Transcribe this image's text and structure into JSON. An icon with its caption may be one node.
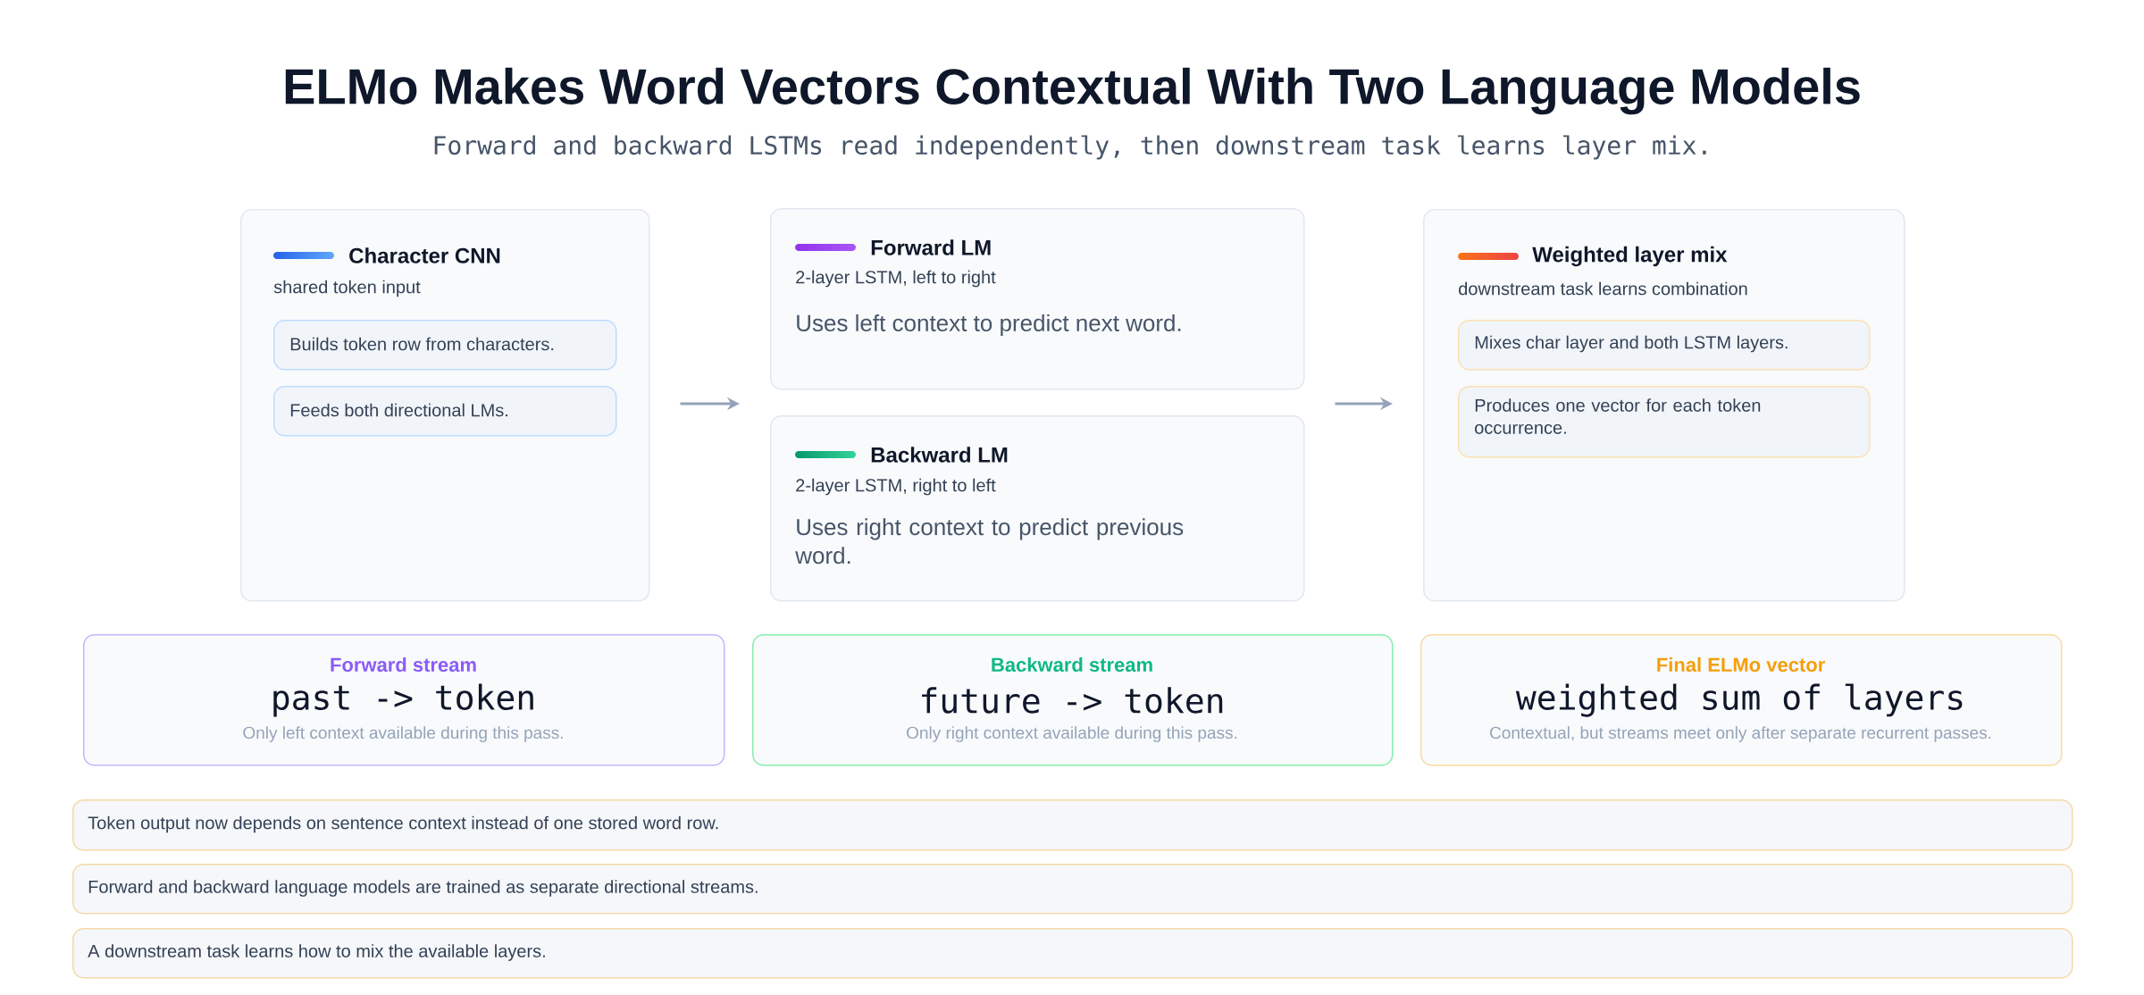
{
  "diagram": {
    "title": "ELMo Makes Word Vectors Contextual With Two Language Models",
    "nodes": [
      {
        "text": [
          "Character CNN",
          "shared token input"
        ]
      },
      {
        "text": [
          "Builds token row from characters."
        ],
        "in": 0
      },
      {
        "text": [
          "Feeds both directional LMs."
        ],
        "in": 0
      },
      {
        "text": [
          "Forward LM",
          "2-layer LSTM, left to right",
          "Uses left context to predict next word."
        ]
      },
      {
        "text": [
          "Backward LM",
          "2-layer LSTM, right to left",
          "Uses right context to predict previous word."
        ]
      },
      {
        "text": [
          "Weighted layer mix",
          "downstream task learns combination"
        ]
      },
      {
        "text": [
          "Mixes char layer and both LSTM layers."
        ],
        "in": 5
      },
      {
        "text": [
          "Produces one vector for each token occurrence."
        ],
        "in": 5
      },
      {
        "text": [
          "Forward stream",
          "past -> token",
          "Only left context available during this pass."
        ]
      },
      {
        "text": [
          "Backward stream",
          "future -> token",
          "Only right context available during this pass."
        ]
      },
      {
        "text": [
          "Final ELMo vector",
          "weighted sum of layers",
          "Contextual, but streams meet only after separate recurrent passes."
        ]
      },
      {
        "text": [
          "Token output now depends on sentence context instead of one stored word row."
        ]
      },
      {
        "text": [
          "Forward and backward language models are trained as separate directional streams."
        ]
      },
      {
        "text": [
          "A downstream task learns how to mix the available layers."
        ]
      }
    ],
    "edges": [
      {
        "from": 0,
        "to": 3,
        "arrow": "to"
      },
      {
        "from": 0,
        "to": 4,
        "arrow": "to"
      },
      {
        "from": 3,
        "to": 5,
        "arrow": "to"
      },
      {
        "from": 4,
        "to": 5,
        "arrow": "to"
      }
    ],
    "labels": [
      "Forward and backward LSTMs read independently, then downstream task learns layer mix."
    ]
  }
}
